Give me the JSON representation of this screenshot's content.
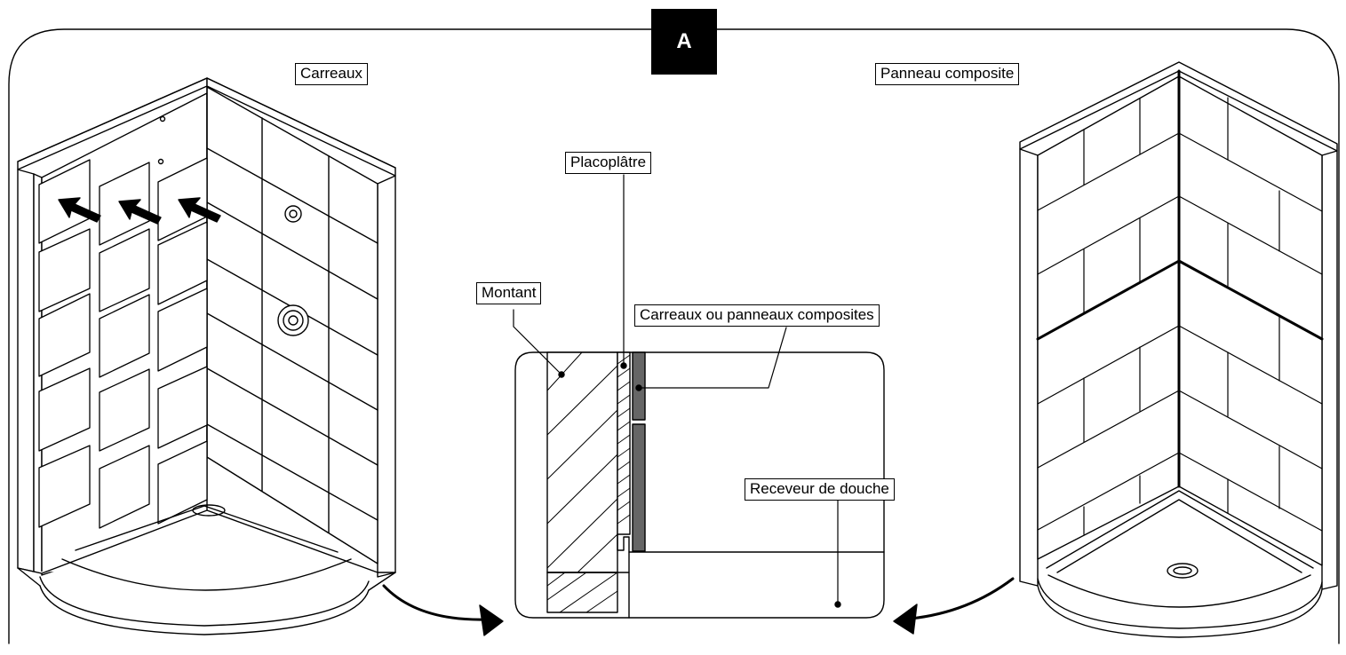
{
  "badge": "A",
  "labels": {
    "carreaux": "Carreaux",
    "panneau_composite": "Panneau composite",
    "placoplatre": "Placoplâtre",
    "montant": "Montant",
    "carreaux_ou_panneaux": "Carreaux ou panneaux composites",
    "receveur": "Receveur de douche"
  }
}
